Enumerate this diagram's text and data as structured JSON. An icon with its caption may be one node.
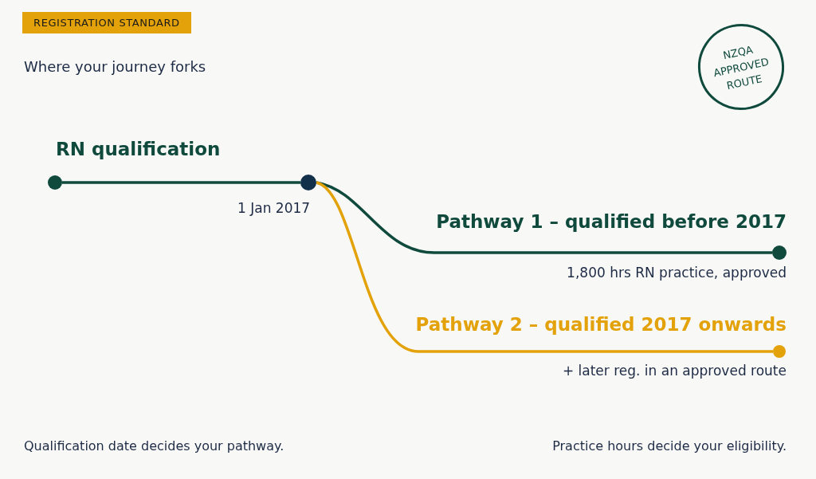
{
  "diagram": {
    "title": "Where your journey forks",
    "nodes": [
      {
        "text": [],
        "shape": "circle",
        "beside": [
          "RN qualification"
        ]
      },
      {
        "text": [],
        "shape": "circle",
        "beside": [
          "1 Jan 2017"
        ]
      },
      {
        "text": [],
        "shape": "circle",
        "beside": [
          "Pathway 1 – qualified before 2017",
          "1,800 hrs RN practice, approved"
        ]
      },
      {
        "text": [],
        "shape": "circle",
        "beside": [
          "Pathway 2 – qualified 2017 onwards",
          "+ later reg. in an approved route"
        ]
      },
      {
        "text": [
          "REGISTRATION STANDARD"
        ]
      },
      {
        "text": [
          "NZQA APPROVED ROUTE"
        ]
      }
    ],
    "edges": [
      {
        "from": 0,
        "to": 1,
        "arrow": "none"
      },
      {
        "from": 1,
        "to": 2,
        "arrow": "none"
      },
      {
        "from": 1,
        "to": 3,
        "arrow": "none",
        "color": "#e3a20a"
      }
    ],
    "labels": [
      "Qualification date decides your pathway.",
      "Practice hours decide your eligibility."
    ]
  }
}
